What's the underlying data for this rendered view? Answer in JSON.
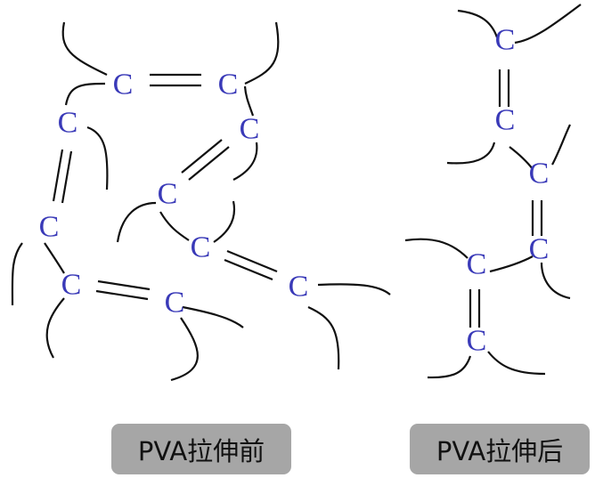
{
  "atom_label": "C",
  "accent_color": "#3a3ab8",
  "labels": {
    "before": "PVA拉伸前",
    "after": "PVA拉伸后"
  }
}
